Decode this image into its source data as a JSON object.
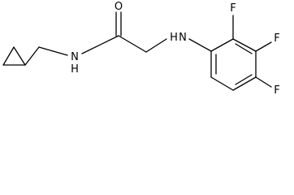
{
  "molecule": {
    "atoms": {
      "O": "O",
      "NH_amide": "N",
      "H_amide": "H",
      "NH_amine": "N",
      "H_amine": "H",
      "F1": "F",
      "F2": "F",
      "F3": "F"
    }
  }
}
